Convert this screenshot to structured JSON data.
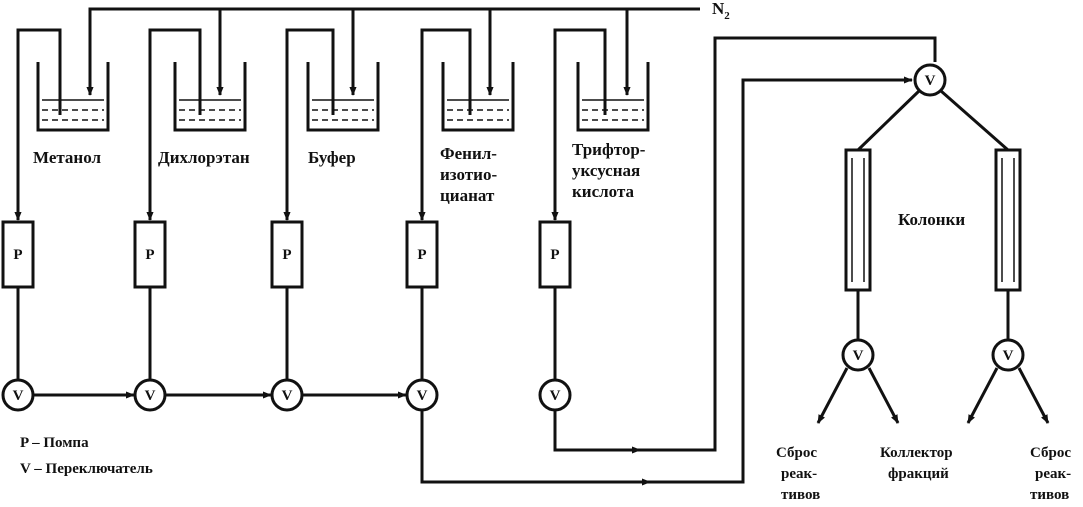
{
  "gas_label": "N",
  "gas_subscript": "2",
  "vessels": [
    {
      "lines": [
        "Метанол"
      ]
    },
    {
      "lines": [
        "Дихлорэтан"
      ]
    },
    {
      "lines": [
        "Буфер"
      ]
    },
    {
      "lines": [
        "Фенил-",
        "изотио-",
        "цианат"
      ]
    },
    {
      "lines": [
        "Трифтор-",
        "уксусная",
        "кислота"
      ]
    }
  ],
  "pump_symbol": "P",
  "valve_symbol": "V",
  "columns_label": "Колонки",
  "outputs": [
    {
      "lines": [
        "Сброс",
        "реак-",
        "тивов"
      ]
    },
    {
      "lines": [
        "Коллектор",
        "фракций"
      ]
    },
    {
      "lines": [
        "Сброс",
        "реак-",
        "тивов"
      ]
    }
  ],
  "legend": [
    "P – Помпа",
    "V – Переключатель"
  ]
}
